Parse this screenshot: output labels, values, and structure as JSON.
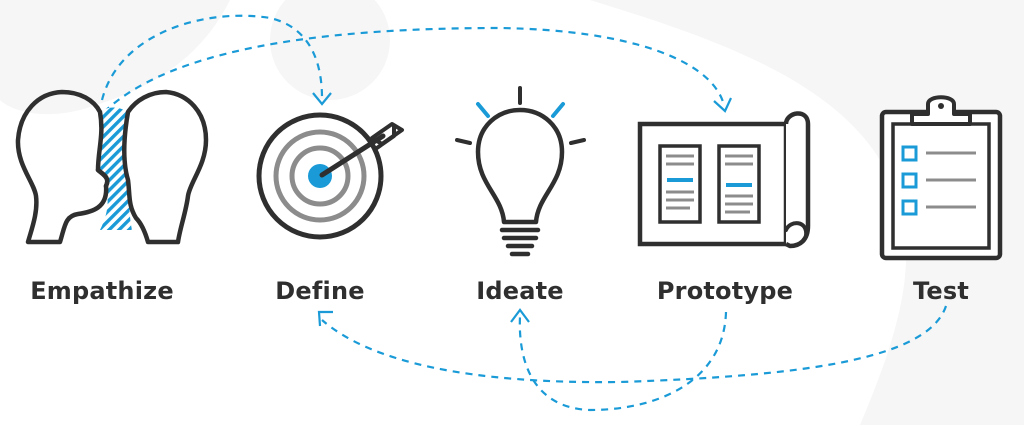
{
  "stages": [
    {
      "id": "empathize",
      "label": "Empathize",
      "icon": "two-heads-icon"
    },
    {
      "id": "define",
      "label": "Define",
      "icon": "target-arrow-icon"
    },
    {
      "id": "ideate",
      "label": "Ideate",
      "icon": "lightbulb-icon"
    },
    {
      "id": "prototype",
      "label": "Prototype",
      "icon": "blueprint-scroll-icon"
    },
    {
      "id": "test",
      "label": "Test",
      "icon": "clipboard-checklist-icon"
    }
  ],
  "colors": {
    "stroke": "#2f2f2f",
    "accent": "#1a9bd7",
    "gray": "#8c8c8c",
    "background": "#ffffff",
    "watermark": "#f6f6f6"
  },
  "connections": [
    {
      "from": "empathize",
      "to": "define"
    },
    {
      "from": "empathize",
      "to": "prototype"
    },
    {
      "from": "test",
      "to": "define"
    },
    {
      "from": "prototype",
      "to": "ideate"
    }
  ]
}
